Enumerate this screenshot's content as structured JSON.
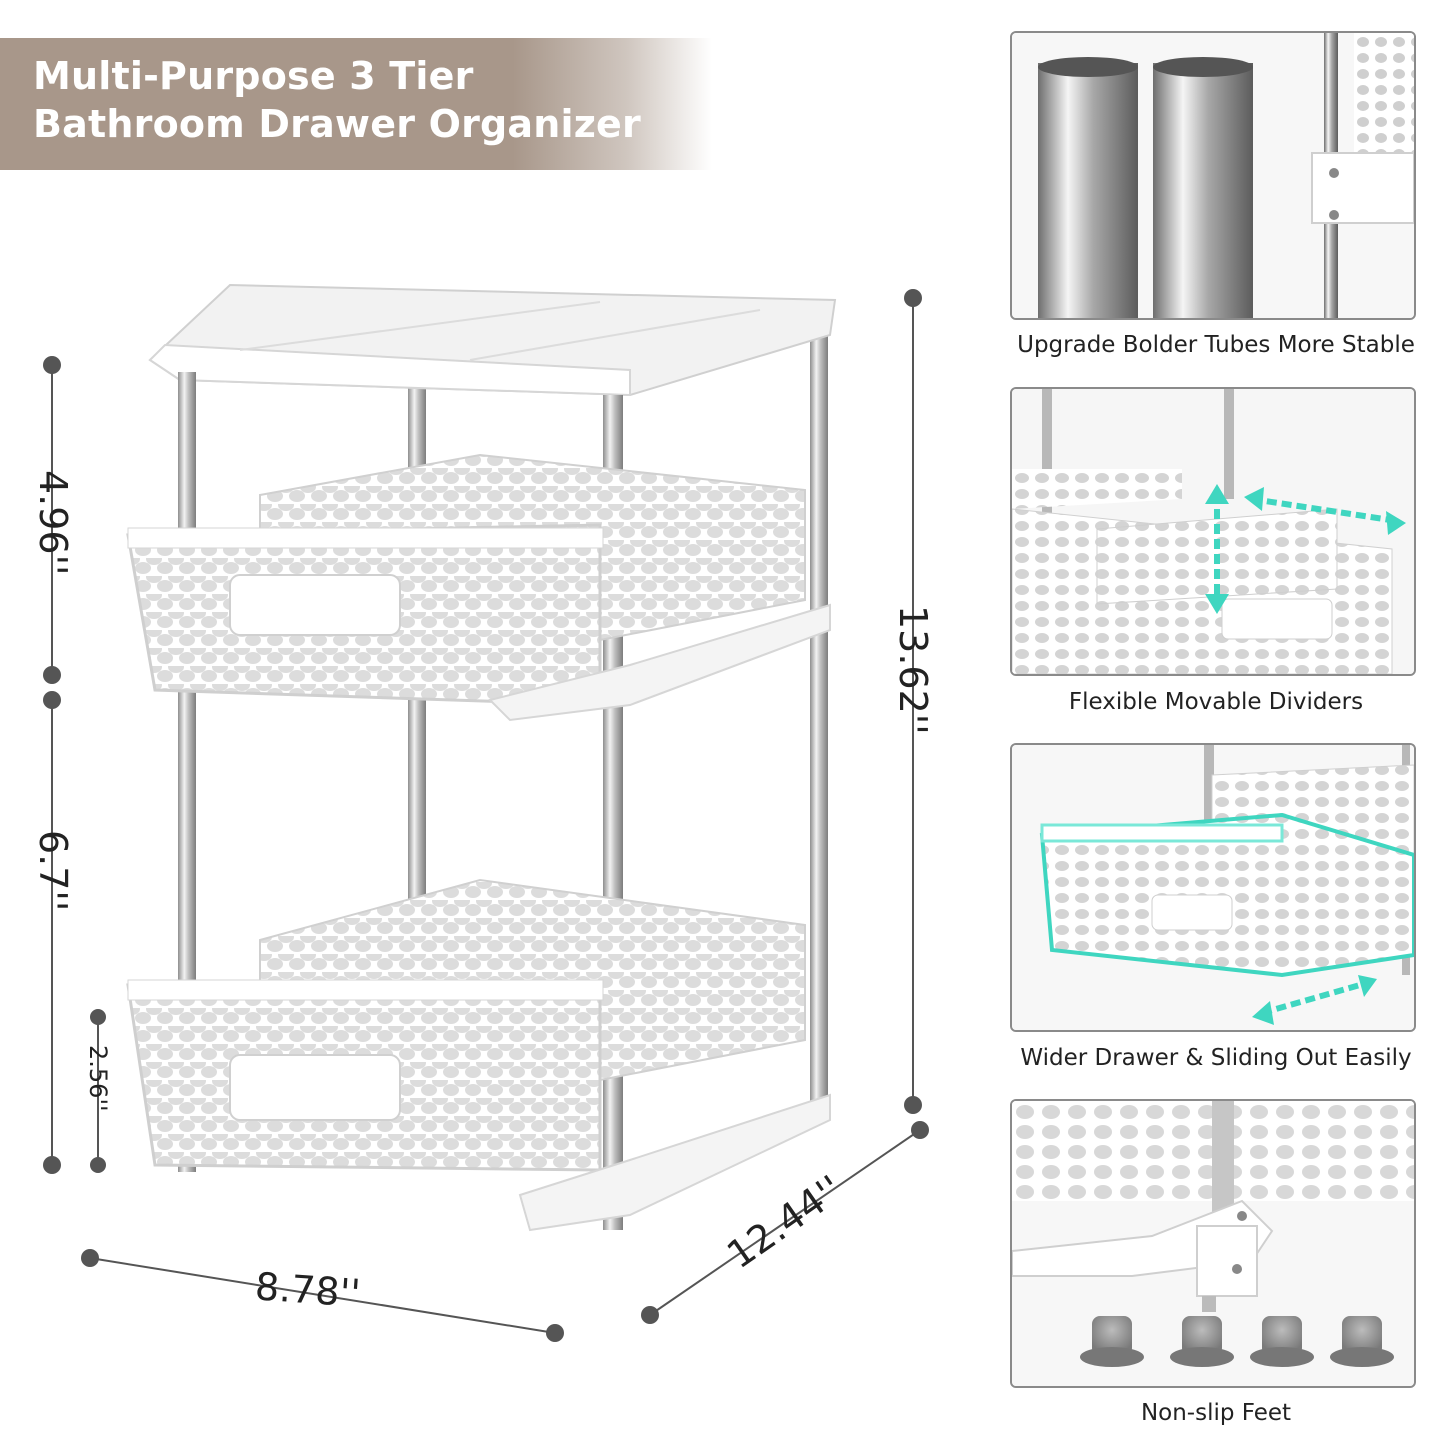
{
  "banner": {
    "title_line1": "Multi-Purpose 3 Tier",
    "title_line2": "Bathroom Drawer Organizer"
  },
  "dimensions": {
    "top_gap": "4.96''",
    "middle_gap": "6.7''",
    "bottom_gap": "2.56''",
    "total_height": "13.62''",
    "width": "8.78''",
    "depth": "12.44''"
  },
  "features": [
    {
      "caption": "Upgrade Bolder Tubes More Stable",
      "icon": "steel-tubes"
    },
    {
      "caption": "Flexible Movable Dividers",
      "icon": "divider-arrows"
    },
    {
      "caption": "Wider Drawer & Sliding Out Easily",
      "icon": "slide-arrows"
    },
    {
      "caption": "Non-slip Feet",
      "icon": "rubber-feet"
    }
  ],
  "colors": {
    "banner": "#a8978a",
    "accent_arrow": "#3fd6c0",
    "frame": "#ffffff",
    "tube": "#c8c8c8"
  }
}
